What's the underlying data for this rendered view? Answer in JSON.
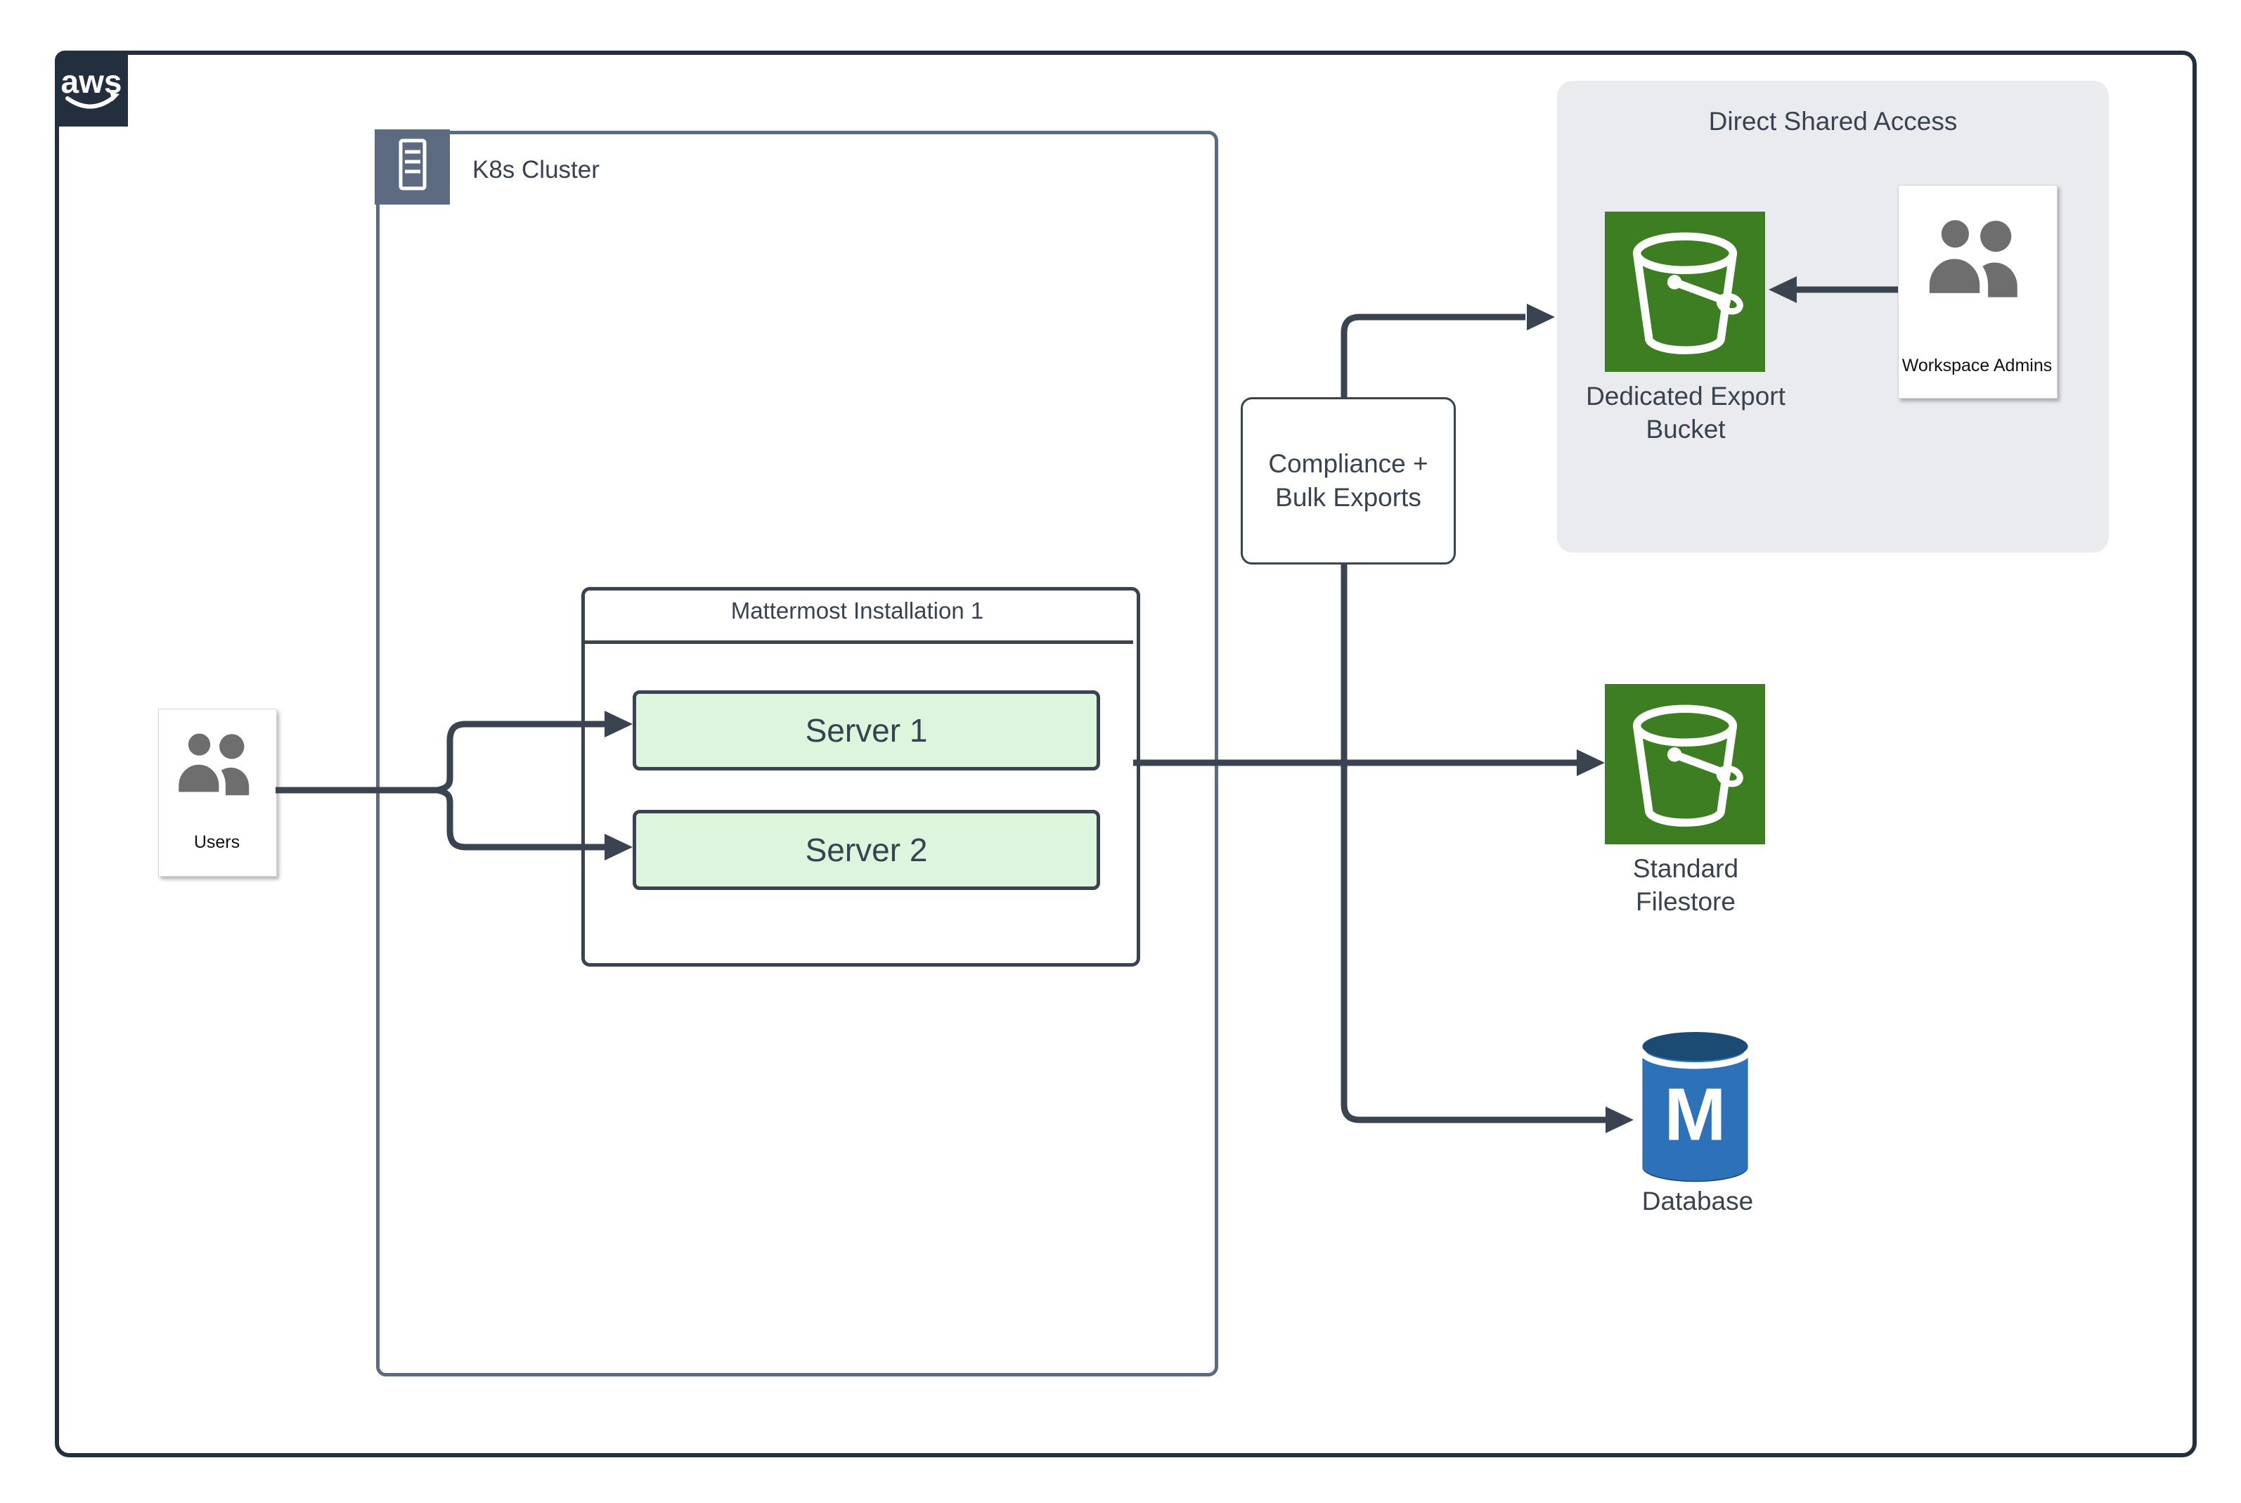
{
  "diagram": {
    "aws_logo_text": "aws",
    "k8s_cluster": {
      "label": "K8s Cluster"
    },
    "users": {
      "label": "Users"
    },
    "mattermost": {
      "title": "Mattermost Installation 1",
      "servers": [
        {
          "label": "Server 1"
        },
        {
          "label": "Server 2"
        }
      ]
    },
    "compliance": {
      "line1": "Compliance +",
      "line2": "Bulk Exports"
    },
    "direct_shared_access": {
      "title": "Direct Shared Access",
      "bucket_label_line1": "Dedicated Export",
      "bucket_label_line2": "Bucket",
      "admins_label": "Workspace Admins"
    },
    "standard_filestore": {
      "line1": "Standard",
      "line2": "Filestore"
    },
    "database": {
      "label": "Database",
      "letter": "M"
    },
    "colors": {
      "frame_navy": "#232F3E",
      "k8s_slate": "#5C6B80",
      "connector": "#3A4450",
      "server_fill": "#DCF5DC",
      "panel_gray": "#E9EBEE",
      "bucket_green": "#3D7E23",
      "db_blue": "#2D72B8",
      "db_dark": "#1B4B72",
      "people_gray": "#6E6E6E"
    }
  }
}
